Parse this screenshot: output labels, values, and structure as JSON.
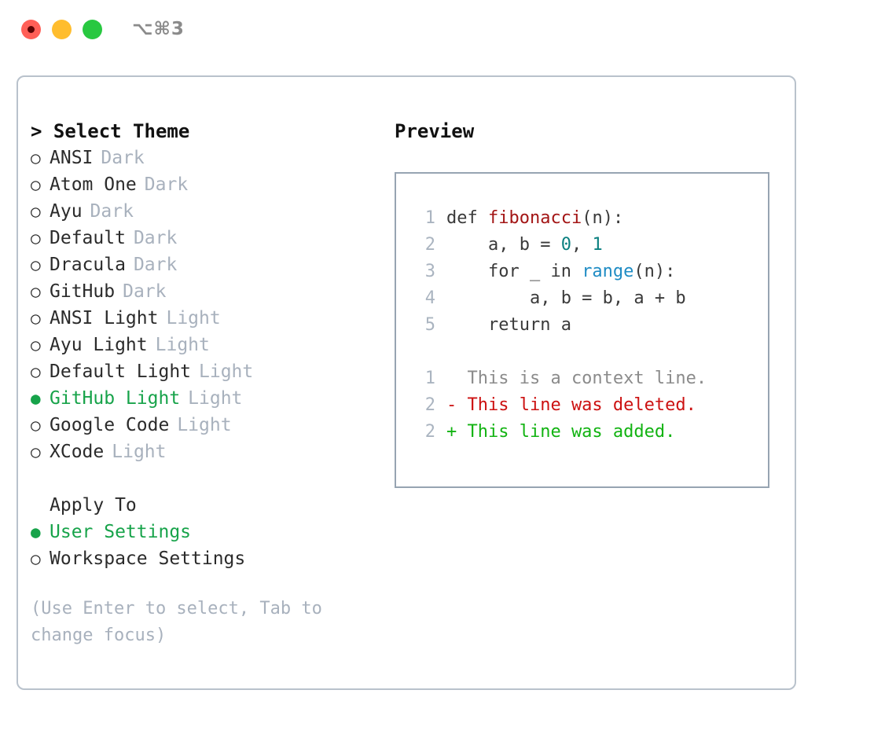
{
  "titlebar": {
    "shortcut": "⌥⌘3",
    "lights": [
      "close-red",
      "minimize-yellow",
      "maximize-green"
    ]
  },
  "theme_picker": {
    "header": "> Select Theme",
    "options": [
      {
        "marker": "○",
        "name": "ANSI",
        "variant": "Dark",
        "selected": false
      },
      {
        "marker": "○",
        "name": "Atom One",
        "variant": "Dark",
        "selected": false
      },
      {
        "marker": "○",
        "name": "Ayu",
        "variant": "Dark",
        "selected": false
      },
      {
        "marker": "○",
        "name": "Default",
        "variant": "Dark",
        "selected": false
      },
      {
        "marker": "○",
        "name": "Dracula",
        "variant": "Dark",
        "selected": false
      },
      {
        "marker": "○",
        "name": "GitHub",
        "variant": "Dark",
        "selected": false
      },
      {
        "marker": "○",
        "name": "ANSI Light",
        "variant": "Light",
        "selected": false
      },
      {
        "marker": "○",
        "name": "Ayu Light",
        "variant": "Light",
        "selected": false
      },
      {
        "marker": "○",
        "name": "Default Light",
        "variant": "Light",
        "selected": false
      },
      {
        "marker": "●",
        "name": "GitHub Light",
        "variant": "Light",
        "selected": true
      },
      {
        "marker": "○",
        "name": "Google Code",
        "variant": "Light",
        "selected": false
      },
      {
        "marker": "○",
        "name": "XCode",
        "variant": "Light",
        "selected": false
      }
    ]
  },
  "apply_to": {
    "header": "Apply To",
    "options": [
      {
        "marker": "●",
        "name": "User Settings",
        "selected": true
      },
      {
        "marker": "○",
        "name": "Workspace Settings",
        "selected": false
      }
    ]
  },
  "hint": "(Use Enter to select, Tab to change focus)",
  "preview": {
    "title": "Preview",
    "code_lines": [
      {
        "no": "1",
        "parts": [
          {
            "t": "def ",
            "c": "plain"
          },
          {
            "t": "fibonacci",
            "c": "fn"
          },
          {
            "t": "(n):",
            "c": "plain"
          }
        ]
      },
      {
        "no": "2",
        "parts": [
          {
            "t": "    a, b = ",
            "c": "plain"
          },
          {
            "t": "0",
            "c": "num"
          },
          {
            "t": ", ",
            "c": "plain"
          },
          {
            "t": "1",
            "c": "num"
          }
        ]
      },
      {
        "no": "3",
        "parts": [
          {
            "t": "    for _ in ",
            "c": "plain"
          },
          {
            "t": "range",
            "c": "call"
          },
          {
            "t": "(n):",
            "c": "plain"
          }
        ]
      },
      {
        "no": "4",
        "parts": [
          {
            "t": "        a, b = b, a + b",
            "c": "plain"
          }
        ]
      },
      {
        "no": "5",
        "parts": [
          {
            "t": "    return a",
            "c": "plain"
          }
        ]
      }
    ],
    "diff_lines": [
      {
        "no": "1",
        "kind": "ctx",
        "text": "  This is a context line."
      },
      {
        "no": "2",
        "kind": "del",
        "text": "- This line was deleted."
      },
      {
        "no": "2",
        "kind": "add",
        "text": "+ This line was added."
      }
    ]
  },
  "colors": {
    "accent_green": "#17a34a",
    "muted": "#a8b1bd",
    "border": "#b9c2cc",
    "preview_border": "#97a4b2",
    "fn_red": "#a31515",
    "call_blue": "#1f8cc4",
    "num_teal": "#0b8080",
    "diff_del": "#cc1111",
    "diff_add": "#12b312"
  }
}
